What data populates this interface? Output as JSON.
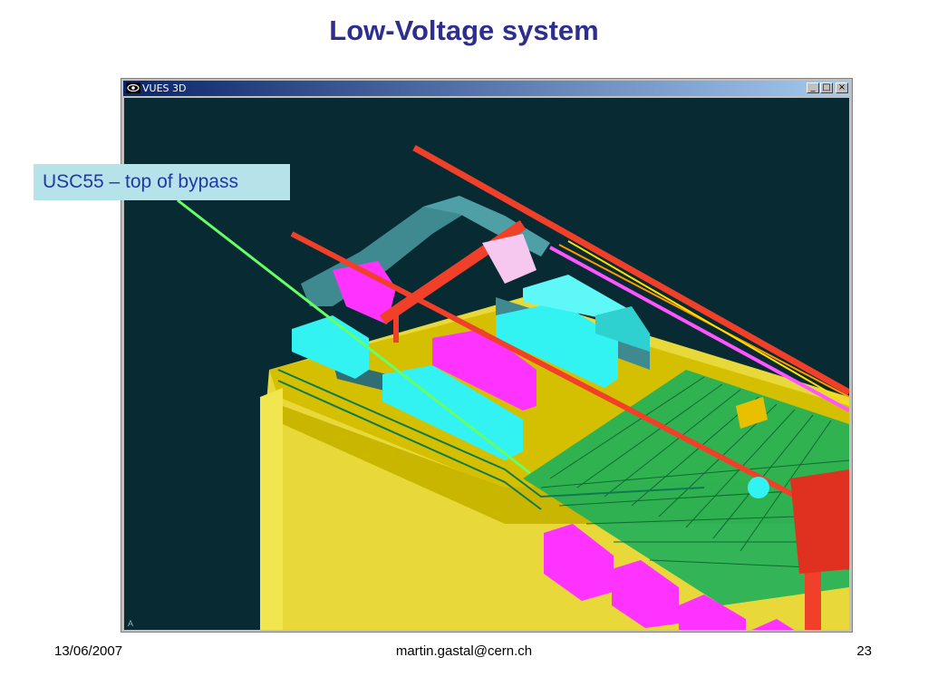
{
  "slide": {
    "title": "Low-Voltage system",
    "footer_date": "13/06/2007",
    "footer_author": "martin.gastal@cern.ch",
    "footer_page": "23"
  },
  "window": {
    "title": "VUES 3D",
    "minimize_glyph": "_",
    "maximize_glyph": "□",
    "close_glyph": "×",
    "corner_label": "A"
  },
  "callout": {
    "text": "USC55 – top of bypass"
  },
  "colors": {
    "title": "#2e2e8f",
    "viewport_bg": "#072a33",
    "floor_yellow": "#e8d83a",
    "grid_green": "#1fb05a",
    "cabinet_magenta": "#ff33ff",
    "cabinet_cyan": "#33f2f2",
    "pipe_red": "#f0402a",
    "duct_teal": "#3f8a90",
    "callout_bg": "#b6e3ea",
    "callout_text": "#1f3aa6",
    "pointer_line": "#66ff66"
  }
}
